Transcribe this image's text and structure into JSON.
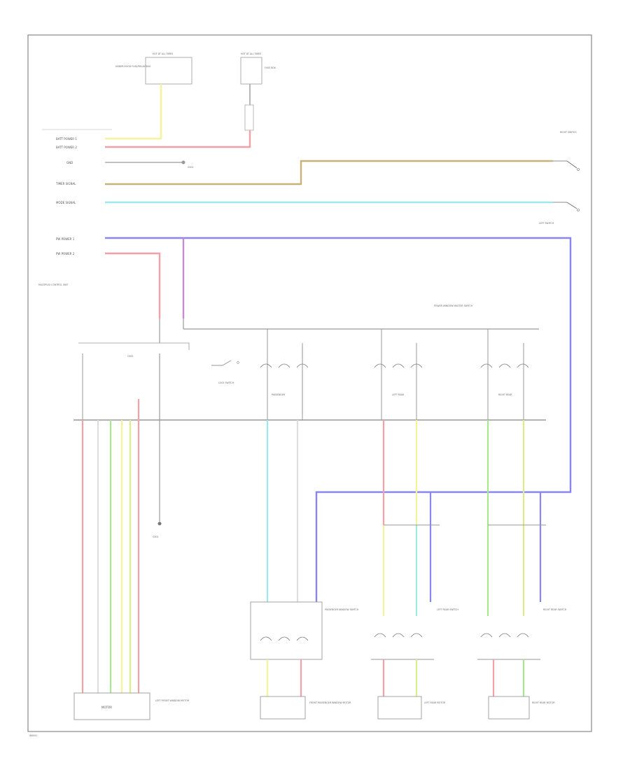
{
  "colors": {
    "frame": "#888888",
    "wire_grey": "#9a9a9a",
    "wire_yellow": "#f3f39a",
    "wire_red": "#f3a0a8",
    "wire_tan": "#c9b17a",
    "wire_cyan": "#9fe8ea",
    "wire_blue": "#8a86f0",
    "wire_purple": "#c58ad8",
    "wire_green": "#a8e890",
    "wire_lime": "#d9f08a"
  },
  "labels": {
    "fuse_box_1": "HOT AT ALL TIMES",
    "fuse_box_2": "HOT AT ALL TIMES",
    "fuse_1": "UNDER-HOOD FUSE/RELAY BOX",
    "fuse_2": "FUSE BOX",
    "pin_batt1": "BATT POWER 1",
    "pin_batt2": "BATT POWER 2",
    "pin_gnd": "GND",
    "pin_timer": "TIMER SIGNAL",
    "pin_mode": "MODE SIGNAL",
    "pin_pw1": "PW POWER 1",
    "pin_pw2": "PW POWER 2",
    "right_switch": "RIGHT SWITCH",
    "left_switch": "LEFT SWITCH",
    "pw_master": "POWER WINDOW MASTER SWITCH",
    "module_left": "MULTIPLEX CONTROL UNIT",
    "connector": "C505",
    "lock_switch": "LOCK SWITCH",
    "sw_passenger": "PASSENGER",
    "sw_left_rear": "LEFT REAR",
    "sw_right_rear": "RIGHT REAR",
    "ground_mid": "G501",
    "motor_left_box": "MOTOR",
    "label_pass_switch": "PASSENGER WINDOW SWITCH",
    "label_lr_switch": "LEFT REAR SWITCH",
    "label_rr_switch": "RIGHT REAR SWITCH",
    "label_pass_motor": "FRONT PASSENGER WINDOW MOTOR",
    "label_lr_motor": "LEFT REAR MOTOR",
    "label_rr_motor": "RIGHT REAR MOTOR",
    "label_driver_motor": "LEFT FRONT WINDOW MOTOR",
    "footer_code": "W0091"
  }
}
